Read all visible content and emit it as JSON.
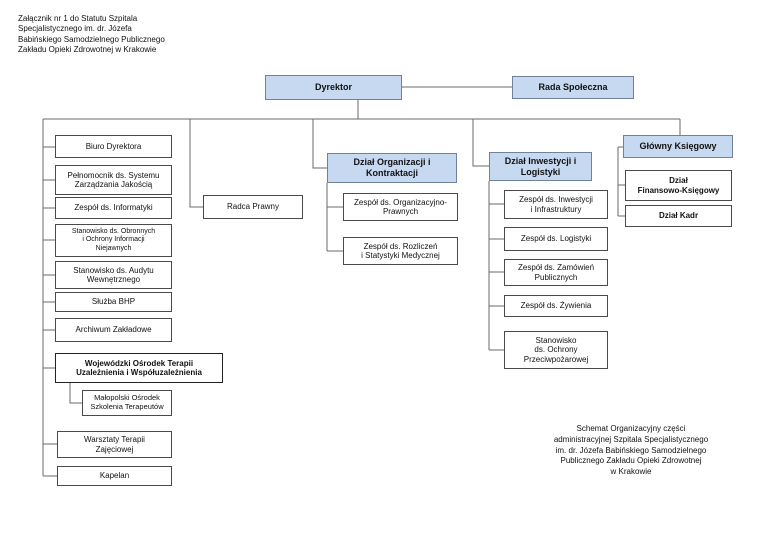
{
  "document": {
    "attachment_note": "Załącznik nr 1 do Statutu Szpitala\nSpecjalistycznego im. dr. Józefa\nBabińskiego Samodzielnego Publicznego\nZakładu Opieki Zdrowotnej w Krakowie",
    "caption": "Schemat Organizacyjny części\nadministracyjnej Szpitala Specjalistycznego\nim. dr. Józefa Babińskiego Samodzielnego\nPublicznego Zakładu Opieki Zdrowotnej\nw Krakowie"
  },
  "colors": {
    "management_box_fill": "#c6d9f1",
    "management_box_border": "#70819a",
    "unit_box_border": "#4a4a4a",
    "connector_line": "#6a6a6a"
  },
  "nodes": {
    "director": "Dyrektor",
    "social_council": "Rada Społeczna",
    "biuro_dyrektora": "Biuro Dyrektora",
    "pelnomocnik_jakosci": "Pełnomocnik ds. Systemu\nZarządzania Jakością",
    "zespol_informatyki": "Zespół ds. Informatyki",
    "stanowisko_obronne": "Stanowisko ds. Obronnych\ni Ochrony Informacji\nNiejawnych",
    "stanowisko_audytu": "Stanowisko ds. Audytu\nWewnętrznego",
    "sluzba_bhp": "Służba BHP",
    "archiwum_zakladowe": "Archiwum Zakładowe",
    "wojewodzki_osrodek": "Wojewódzki Ośrodek Terapii\nUzależnienia i Współuzależnienia",
    "malopolski_osrodek": "Małopolski Ośrodek\nSzkolenia Terapeutów",
    "warsztaty_terapii": "Warsztaty Terapii\nZajęciowej",
    "kapelan": "Kapelan",
    "radca_prawny": "Radca Prawny",
    "dzial_organizacji": "Dział Organizacji i\nKontraktacji",
    "zespol_org_prawnych": "Zespół ds. Organizacyjno-\nPrawnych",
    "zespol_rozliczen": "Zespół ds. Rozliczeń\ni Statystyki Medycznej",
    "dzial_inwestycji": "Dział Inwestycji i\nLogistyki",
    "zespol_inwestycji": "Zespół ds. Inwestycji\ni Infrastruktury",
    "zespol_logistyki": "Zespół ds. Logistyki",
    "zespol_zamowien": "Zespół ds. Zamówień\nPublicznych",
    "zespol_zywienia": "Zespół ds. Żywienia",
    "ochrona_ppoz": "Stanowisko\nds. Ochrony\nPrzeciwpożarowej",
    "glowny_ksiegowy": "Główny Księgowy",
    "dzial_finansowy": "Dział\nFinansowo-Księgowy",
    "dzial_kadr": "Dział Kadr"
  }
}
